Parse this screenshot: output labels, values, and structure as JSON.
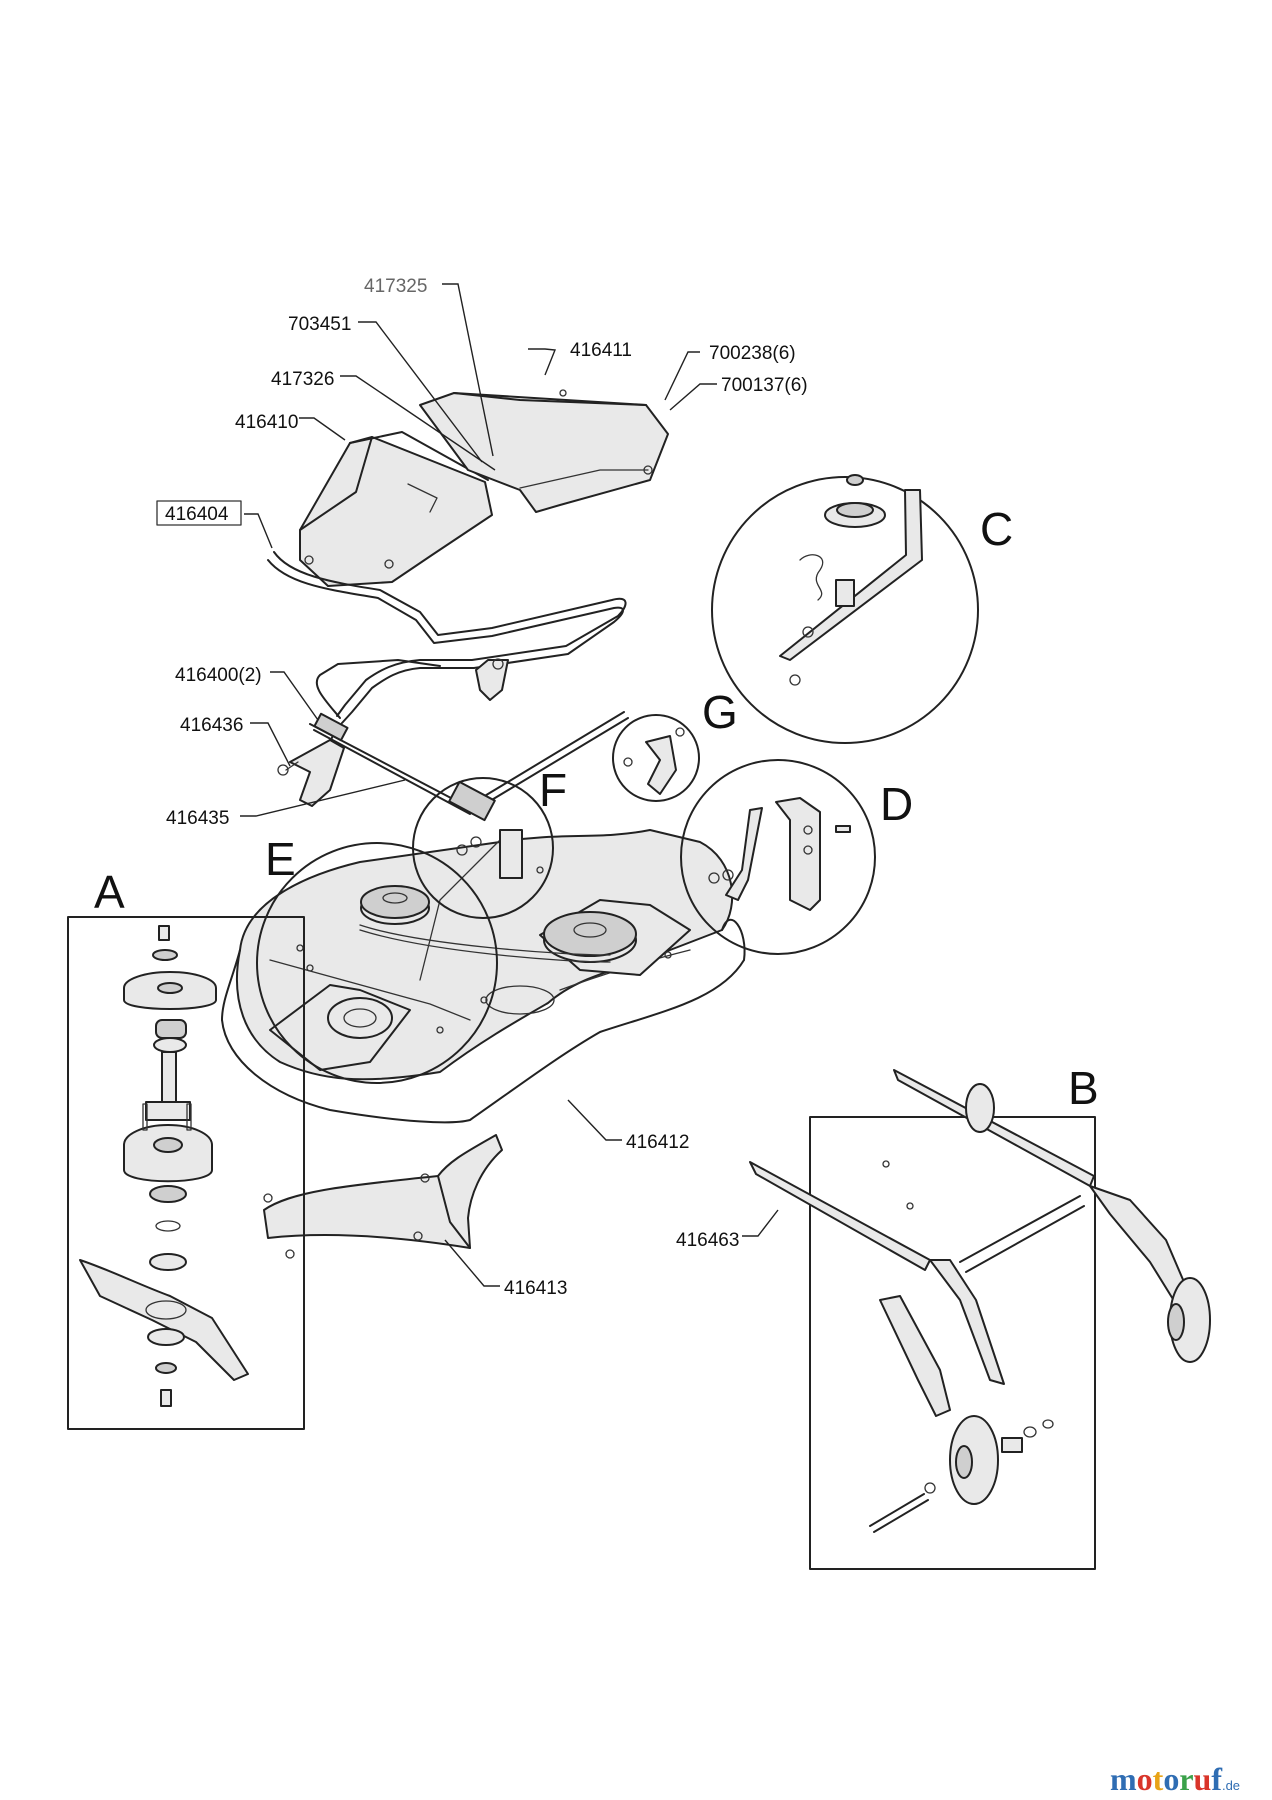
{
  "parts": {
    "p417325": "417325",
    "p703451": "703451",
    "p416411": "416411",
    "p700238": "700238(6)",
    "p700137": "700137(6)",
    "p417326": "417326",
    "p416410": "416410",
    "p416404": "416404",
    "p416400": "416400(2)",
    "p416436": "416436",
    "p416435": "416435",
    "p416412": "416412",
    "p416413": "416413",
    "p416463": "416463"
  },
  "callouts": {
    "A": "A",
    "B": "B",
    "C": "C",
    "D": "D",
    "E": "E",
    "F": "F",
    "G": "G"
  },
  "brand": {
    "letters": [
      "m",
      "o",
      "t",
      "o",
      "r",
      "u",
      "f"
    ],
    "suffix": ".de",
    "colors": [
      "#2f6db3",
      "#d9352a",
      "#e8a317",
      "#2f6db3",
      "#3aa14a",
      "#d9352a",
      "#2f6db3"
    ]
  }
}
